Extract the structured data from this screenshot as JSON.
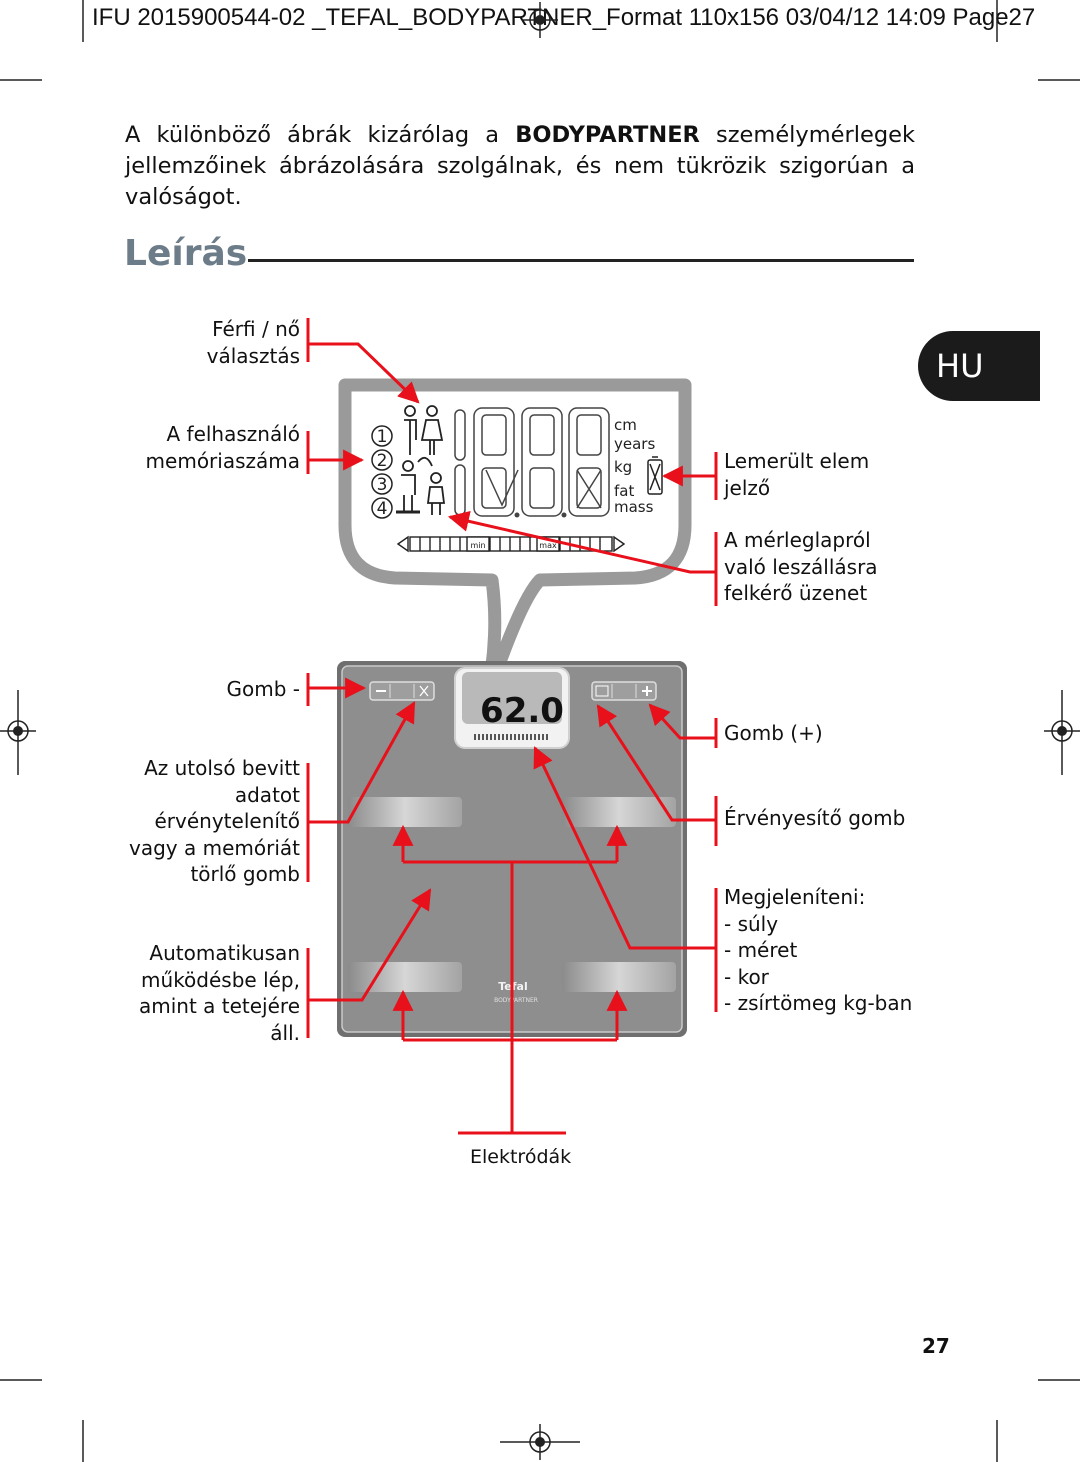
{
  "header": {
    "text": "IFU 2015900544-02 _TEFAL_BODYPARTNER_Format 110x156  03/04/12  14:09  Page27"
  },
  "intro": {
    "part1": "A különböző ábrák kizárólag a ",
    "brand": "BODYPARTNER",
    "part2": " személymérlegek jellemzőinek ábrázolására szolgálnak, és nem tükrözik szigorúan a valóságot."
  },
  "section_title": "Leírás",
  "language_tab": "HU",
  "labels": {
    "gender_select": [
      "Férfi / nő",
      "választás"
    ],
    "user_memory": [
      "A felhasználó",
      "memóriaszáma"
    ],
    "button_minus": "Gomb -",
    "undo_delete": [
      "Az utolsó bevitt",
      "adatot",
      "érvénytelenítő",
      "vagy a memóriát",
      "törlő gomb"
    ],
    "auto_start": [
      "Automatikusan",
      "működésbe lép,",
      "amint a tetejére",
      "áll."
    ],
    "low_battery": [
      "Lemerült elem",
      "jelző"
    ],
    "step_off": [
      "A mérleglapról",
      "való leszállásra",
      "felkérő üzenet"
    ],
    "button_plus": "Gomb (+)",
    "confirm_button": "Érvényesítő gomb",
    "display_heading": "Megjeleníteni:",
    "display_items": [
      "- súly",
      "- méret",
      "- kor",
      "- zsírtömeg kg-ban"
    ],
    "electrodes": "Elektródák"
  },
  "lcd": {
    "memory_numbers": [
      "1",
      "2",
      "3",
      "4"
    ],
    "units": [
      "cm",
      "years",
      "kg",
      "fat",
      "mass"
    ],
    "bar_labels": [
      "min",
      "max"
    ]
  },
  "scale": {
    "display_value": "62.0",
    "brand": "Tefal",
    "model": "BODYPARTNER"
  },
  "page_number": "27",
  "colors": {
    "arrow": "#e8101a",
    "title": "#6c7c88",
    "scale_body": "#8e8e8e"
  }
}
